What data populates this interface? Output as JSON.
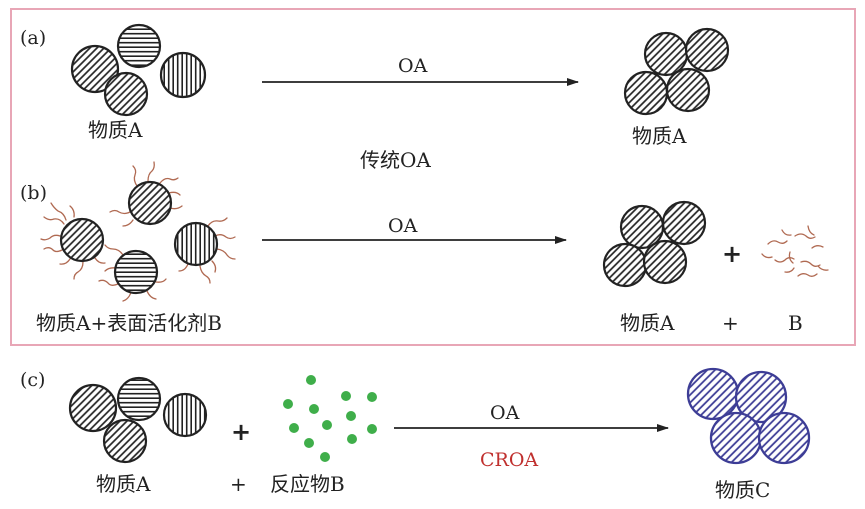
{
  "colors": {
    "frame": "#e8a6b6",
    "ink": "#222222",
    "croa": "#c0302e",
    "blue": "#3d3d96",
    "green": "#3fae4a",
    "surfactant": "#b06a52"
  },
  "panel_a": {
    "tag": "(a)",
    "left_label": "物质A",
    "arrow_label": "OA",
    "right_label": "物质A"
  },
  "panel_b": {
    "mid_caption": "传统OA",
    "tag": "(b)",
    "left_label": "物质A+表面活化剂B",
    "arrow_label": "OA",
    "plus_sign": "+",
    "right_label_a": "物质A",
    "right_plus": "+",
    "right_label_b": "B"
  },
  "panel_c": {
    "tag": "(c)",
    "left_label": "物质A",
    "plus_sign": "+",
    "plus_label": "+",
    "reactant_label": "反应物B",
    "arrow_label": "OA",
    "arrow_label_2": "CROA",
    "right_label": "物质C"
  }
}
